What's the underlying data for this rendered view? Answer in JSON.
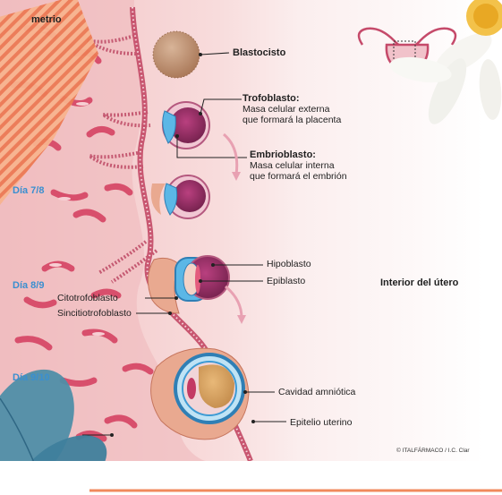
{
  "header_partial": "metrio",
  "labels": {
    "blastocisto": "Blastocisto",
    "trofoblasto_title": "Trofoblasto:",
    "trofoblasto_line1": "Masa celular externa",
    "trofoblasto_line2": "que formará la placenta",
    "embrioblasto_title": "Embrioblasto:",
    "embrioblasto_line1": "Masa celular interna",
    "embrioblasto_line2": "que formará el embrión",
    "hipoblasto": "Hipoblasto",
    "epiblasto": "Epiblasto",
    "citotrofoblasto": "Citotrofoblasto",
    "sincitiotrofoblasto": "Sincitiotrofoblasto",
    "cavidad_amniotica": "Cavidad amniótica",
    "epitelio_uterino": "Epitelio uterino",
    "interior_utero": "Interior del útero"
  },
  "days": {
    "d78": "Día 7/8",
    "d89": "Día 8/9",
    "d910": "Día 9/10"
  },
  "credit": "© ITALFÁRMACO / I.C. Clar",
  "colors": {
    "tissue": "#f3c8c8",
    "epithelium": "#d2657a",
    "uterine_lumen": "#f6dede",
    "trophoblast": "#8b2a5a",
    "embryoblast": "#5bb7e6",
    "day_text": "#3a8fd0",
    "accent_stripes": "#f08a5d"
  }
}
